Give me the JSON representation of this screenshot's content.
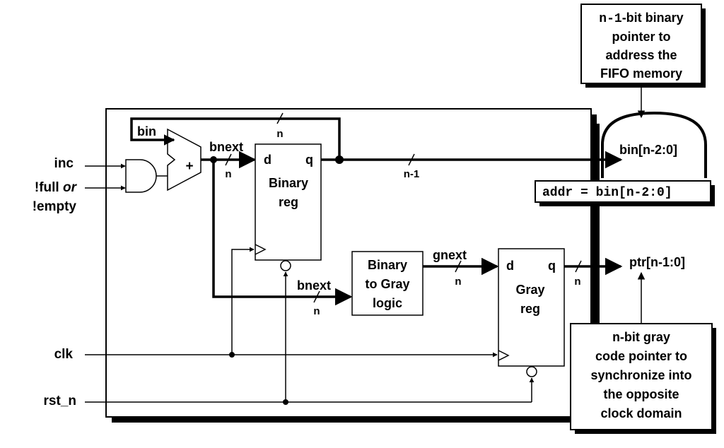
{
  "ports": {
    "inc": "inc",
    "full_line1_a": "!full ",
    "full_line1_or": "or",
    "full_line2": "!empty",
    "clk": "clk",
    "rst_n": "rst_n"
  },
  "signals": {
    "bin": "bin",
    "bnext_top": "bnext",
    "bnext_lower": "bnext",
    "gnext": "gnext",
    "n_top": "n",
    "n_bnext": "n",
    "n_minus_1": "n-1",
    "n_gnext": "n",
    "n_bnext_lower": "n",
    "n_ptr": "n"
  },
  "adder": {
    "plus": "+"
  },
  "binary_reg": {
    "d": "d",
    "q": "q",
    "line1": "Binary",
    "line2": "reg"
  },
  "gray_reg": {
    "d": "d",
    "q": "q",
    "line1": "Gray",
    "line2": "reg"
  },
  "b2g": {
    "line1": "Binary",
    "line2": "to Gray",
    "line3": "logic"
  },
  "outputs": {
    "bin_out": "bin[n-2:0]",
    "addr_eq": "addr = bin[n-2:0]",
    "ptr_out": "ptr[n-1:0]"
  },
  "note_top": {
    "line1_mono": "n-1",
    "line1_rest": "-bit binary",
    "line2": "pointer to",
    "line3": "address the",
    "line4": "FIFO memory"
  },
  "note_bottom": {
    "line1_mono": "n",
    "line1_rest": "-bit gray",
    "line2": "code pointer to",
    "line3": "synchronize into",
    "line4": "the opposite",
    "line5": "clock domain"
  }
}
